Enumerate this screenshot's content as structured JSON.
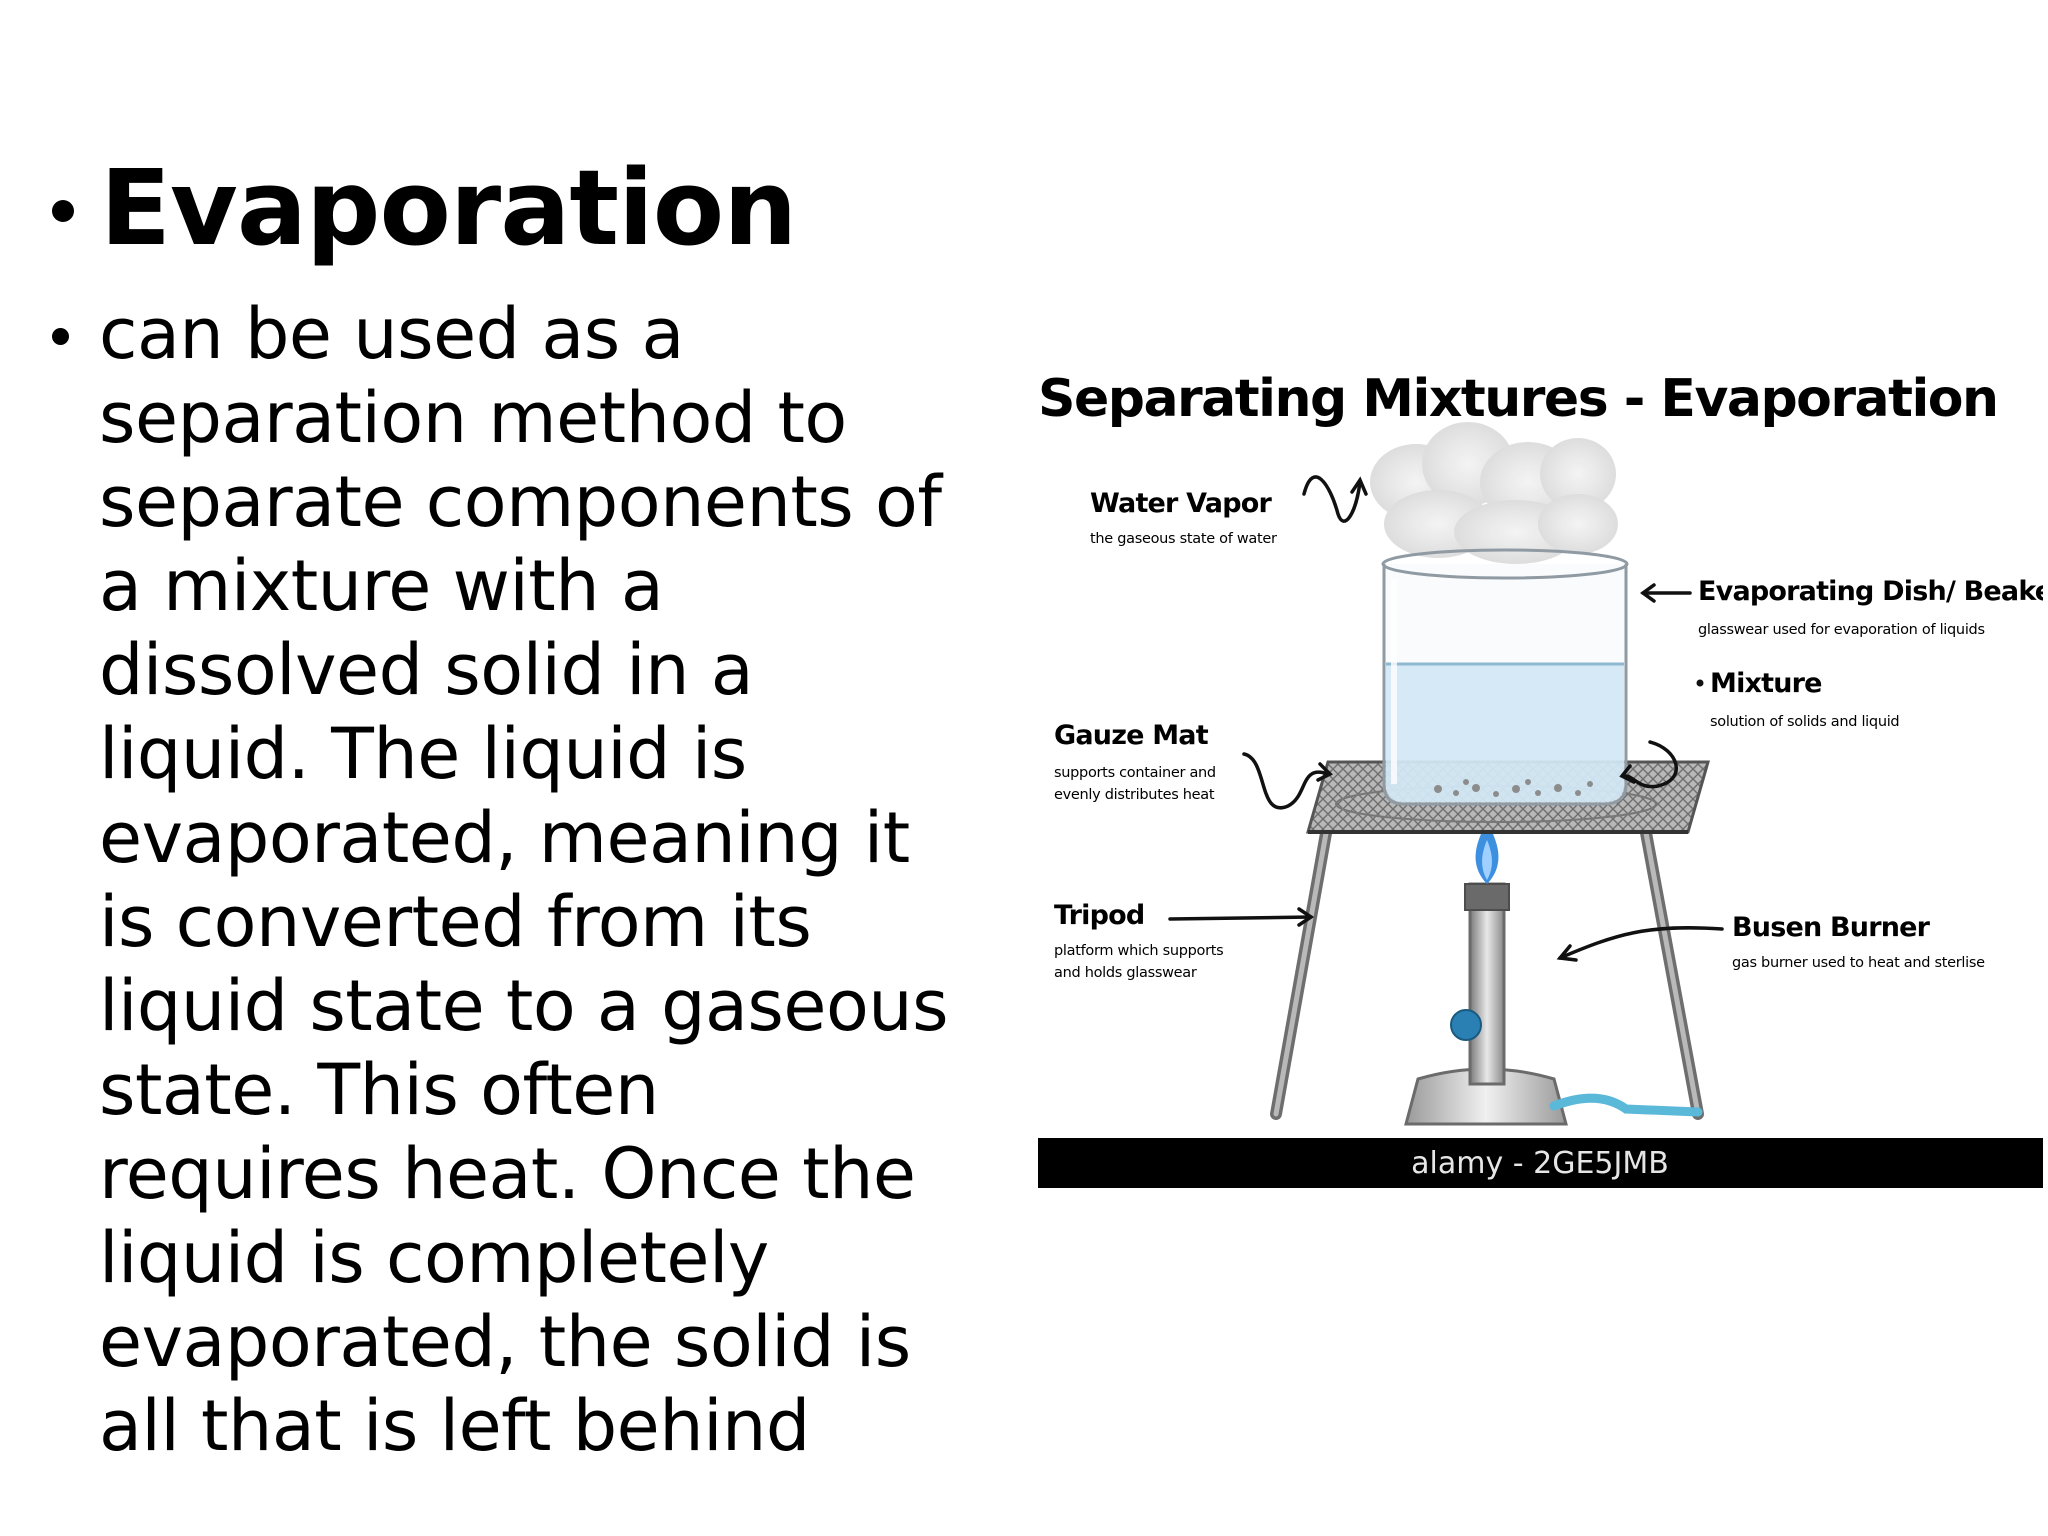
{
  "slide": {
    "title": "Evaporation",
    "body": "can be used as a\nseparation method to\nseparate components of\na mixture with a\ndissolved solid in a\nliquid. The liquid is\nevaporated, meaning it\nis converted from its\nliquid state to a gaseous\nstate. This often\nrequires heat. Once the\nliquid is completely\nevaporated, the solid is\nall that is left behind"
  },
  "diagram": {
    "title": "Separating Mixtures - Evaporation",
    "labels": {
      "water_vapor": {
        "name": "Water Vapor",
        "desc": "the gaseous state of water"
      },
      "dish": {
        "name": "Evaporating Dish/ Beaker",
        "desc": "glasswear used for evaporation of liquids"
      },
      "mixture": {
        "name": "Mixture",
        "desc": "solution of solids and liquid"
      },
      "gauze": {
        "name": "Gauze Mat",
        "desc_line1": "supports container and",
        "desc_line2": "evenly distributes heat"
      },
      "tripod": {
        "name": "Tripod",
        "desc_line1": "platform which supports",
        "desc_line2": "and holds glasswear"
      },
      "burner": {
        "name": "Busen Burner",
        "desc": "gas burner used to heat and sterlise"
      }
    },
    "watermark": "alamy - 2GE5JMB",
    "colors": {
      "liquid": "#cfe6f4",
      "flame": "#3d8fe0",
      "hose": "#5ab8d8",
      "valve": "#2a7fb3",
      "metal": "#9a9a9a"
    }
  }
}
